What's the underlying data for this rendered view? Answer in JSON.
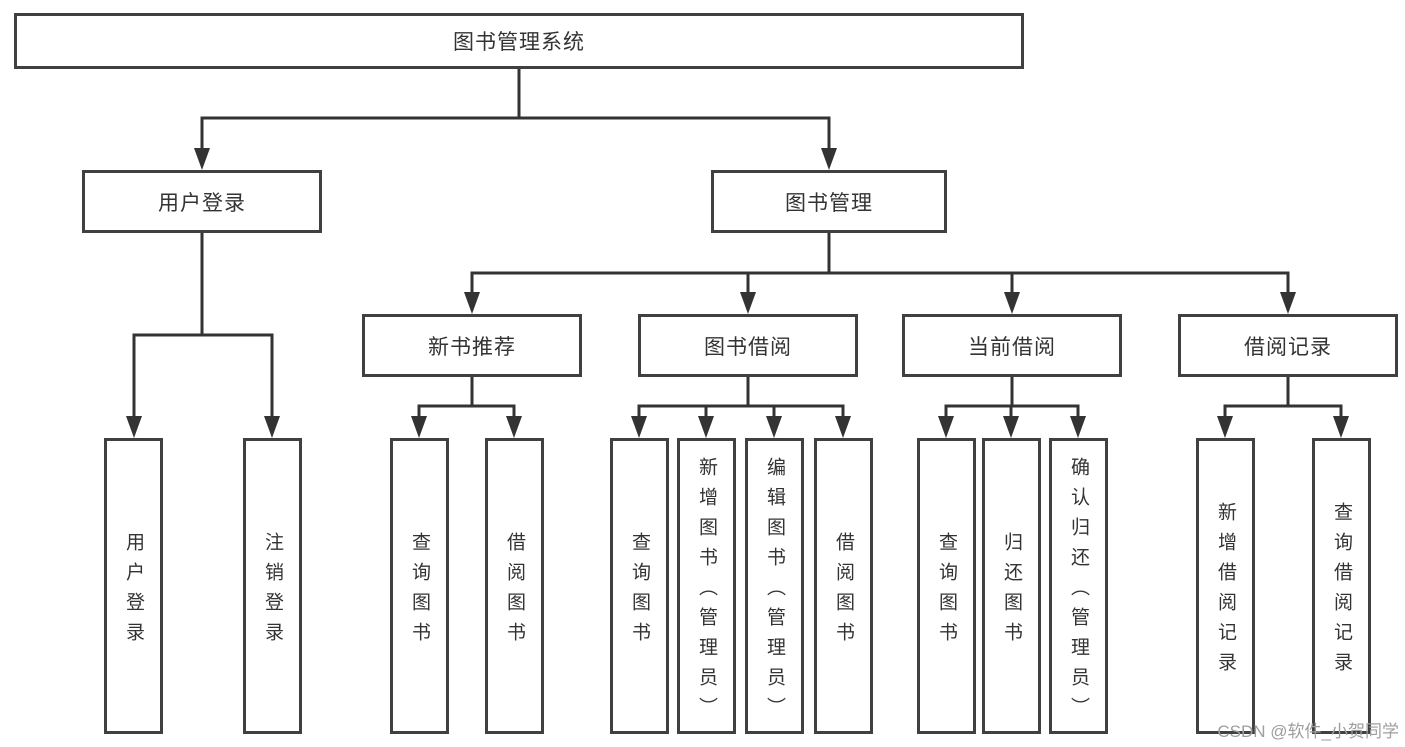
{
  "colors": {
    "line": "#333333",
    "box_border": "#404040",
    "text": "#333333",
    "watermark": "#9e9e9e",
    "background": "#ffffff"
  },
  "tree": {
    "label": "图书管理系统",
    "children": [
      {
        "label": "用户登录",
        "children": [
          {
            "label": "用户登录"
          },
          {
            "label": "注销登录"
          }
        ]
      },
      {
        "label": "图书管理",
        "children": [
          {
            "label": "新书推荐",
            "children": [
              {
                "label": "查询图书"
              },
              {
                "label": "借阅图书"
              }
            ]
          },
          {
            "label": "图书借阅",
            "children": [
              {
                "label": "查询图书"
              },
              {
                "label": "新增图书（管理员）"
              },
              {
                "label": "编辑图书（管理员）"
              },
              {
                "label": "借阅图书"
              }
            ]
          },
          {
            "label": "当前借阅",
            "children": [
              {
                "label": "查询图书"
              },
              {
                "label": "归还图书"
              },
              {
                "label": "确认归还（管理员）"
              }
            ]
          },
          {
            "label": "借阅记录",
            "children": [
              {
                "label": "新增借阅记录"
              },
              {
                "label": "查询借阅记录"
              }
            ]
          }
        ]
      }
    ]
  },
  "watermark": "CSDN @软件_小贺同学"
}
